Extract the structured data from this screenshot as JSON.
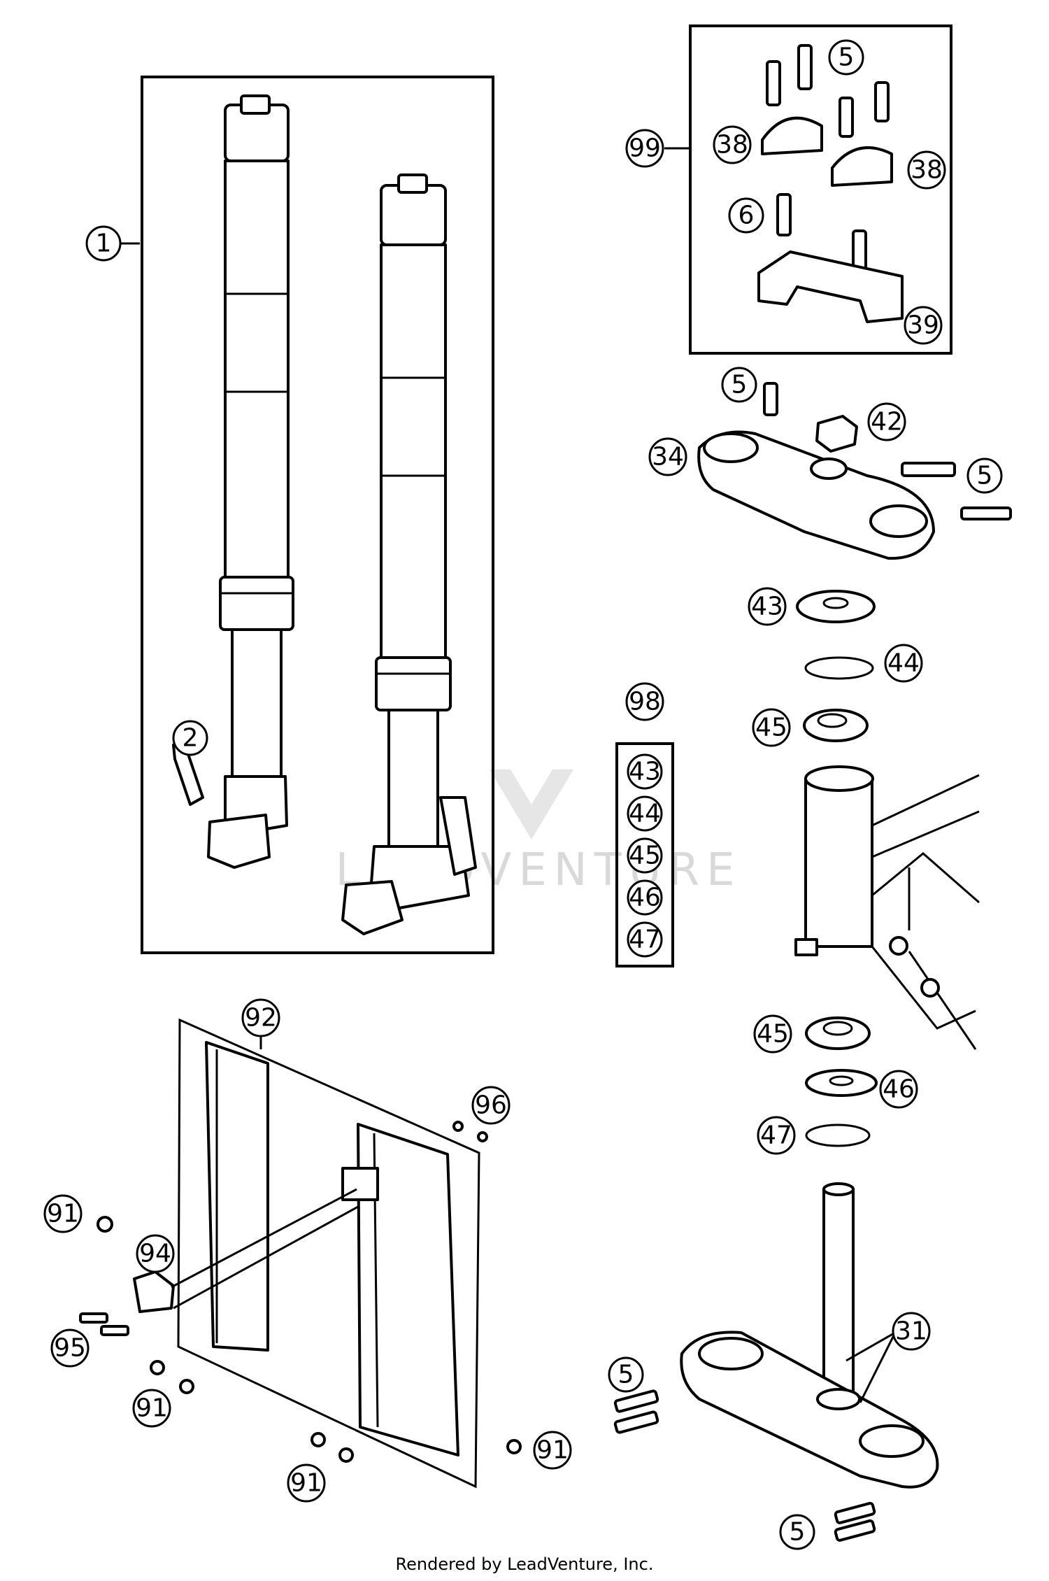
{
  "diagram": {
    "callouts": {
      "c1": "1",
      "c2": "2",
      "c5a": "5",
      "c99": "99",
      "c38a": "38",
      "c38b": "38",
      "c6": "6",
      "c39": "39",
      "c5b": "5",
      "c42": "42",
      "c34": "34",
      "c5c": "5",
      "c43": "43",
      "c44": "44",
      "c45a": "45",
      "c98": "98",
      "k43": "43",
      "k44": "44",
      "k45": "45",
      "k46": "46",
      "k47": "47",
      "c45b": "45",
      "c46": "46",
      "c47": "47",
      "c92": "92",
      "c96": "96",
      "c91a": "91",
      "c94": "94",
      "c95": "95",
      "c91b": "91",
      "c91c": "91",
      "c91d": "91",
      "c5d": "5",
      "c31": "31",
      "c5e": "5"
    },
    "watermark": "LEADVENTURE",
    "footer": "Rendered by LeadVenture, Inc."
  }
}
